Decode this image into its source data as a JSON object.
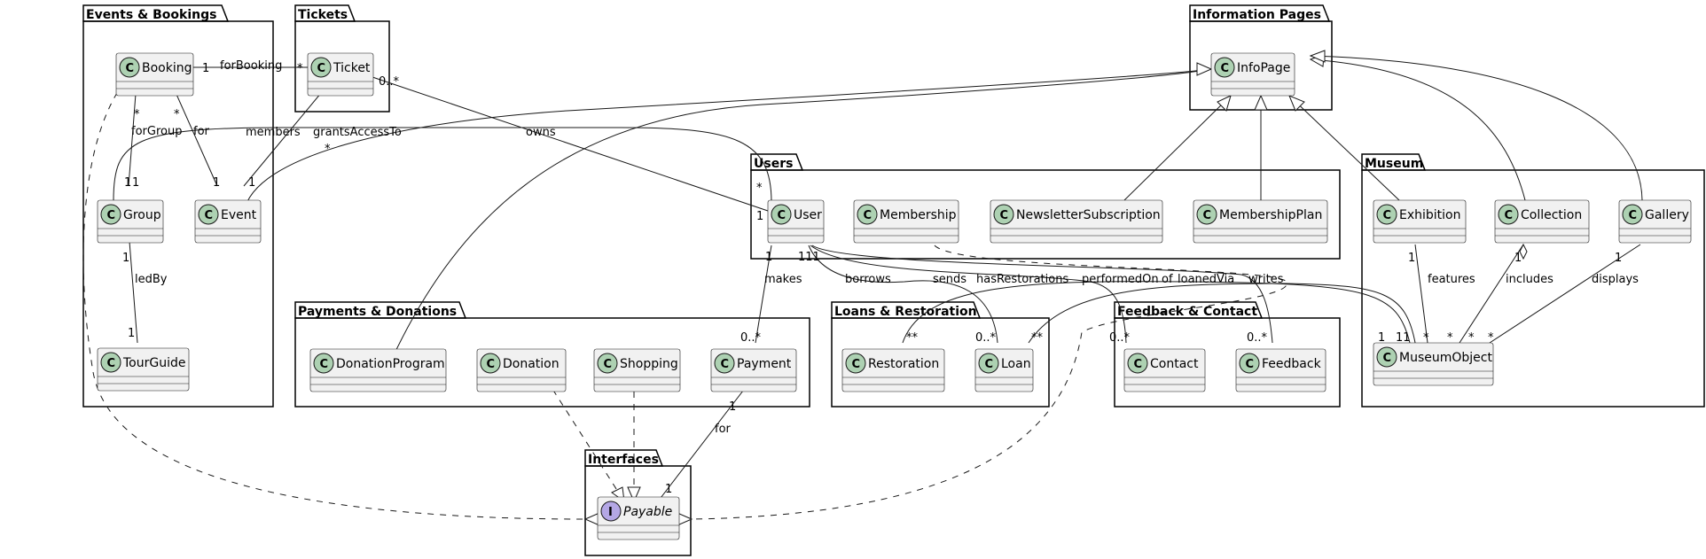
{
  "packages": {
    "events": "Events & Bookings",
    "tickets": "Tickets",
    "info": "Information Pages",
    "users": "Users",
    "museum": "Museum",
    "payments": "Payments & Donations",
    "loans": "Loans & Restoration",
    "feedback": "Feedback & Contact",
    "interfaces": "Interfaces"
  },
  "classes": {
    "booking": "Booking",
    "ticket": "Ticket",
    "group": "Group",
    "event": "Event",
    "tourguide": "TourGuide",
    "infopage": "InfoPage",
    "user": "User",
    "membership": "Membership",
    "newsletter": "NewsletterSubscription",
    "membershipplan": "MembershipPlan",
    "exhibition": "Exhibition",
    "collection": "Collection",
    "gallery": "Gallery",
    "museumobject": "MuseumObject",
    "donationprogram": "DonationProgram",
    "donation": "Donation",
    "shopping": "Shopping",
    "payment": "Payment",
    "restoration": "Restoration",
    "loan": "Loan",
    "contact": "Contact",
    "feedback": "Feedback",
    "payable": "Payable"
  },
  "glyphs": {
    "class": "C",
    "interface": "I"
  },
  "labels": {
    "forBooking": "forBooking",
    "forGroup": "forGroup",
    "for1": "for",
    "members": "members",
    "grantsAccessTo": "grantsAccessTo",
    "owns": "owns",
    "ledBy": "ledBy",
    "makes": "makes",
    "borrows": "borrows",
    "sends": "sends",
    "hasRestorations": "hasRestorations",
    "performedOn": "performedOn",
    "of": "of",
    "loanedVia": "loanedVia",
    "writes": "writes",
    "features": "features",
    "includes": "includes",
    "displays": "displays",
    "for2": "for"
  },
  "multiplicities": {
    "booking_forBooking": "1",
    "ticket_forBooking": "*",
    "booking_forGroup": "*",
    "group_forGroup": "1",
    "booking_for": "*",
    "event_for": "1",
    "group_members": "1",
    "ticket_grants": "*",
    "event_grants": "1",
    "ticket_owns": "0..*",
    "user_owns": "1",
    "user_members": "*",
    "group_ledBy": "1",
    "tourguide_ledBy": "1",
    "user_makes": "1",
    "payment_makes": "0..*",
    "user_cluster": "111",
    "restoration_mult": "**",
    "loan_borrows": "0..*",
    "loan_right": "**",
    "contact_sends": "0..*",
    "feedback_writes": "0..*",
    "exhibition_features": "1",
    "mo_features": "*",
    "collection_includes": "1",
    "mo_includes": "*",
    "mo_includes2": "*",
    "gallery_displays": "1",
    "mo_displays": "*",
    "mo_left1": "1",
    "mo_left2": "11",
    "payment_for": "1",
    "payable_for": "1"
  }
}
